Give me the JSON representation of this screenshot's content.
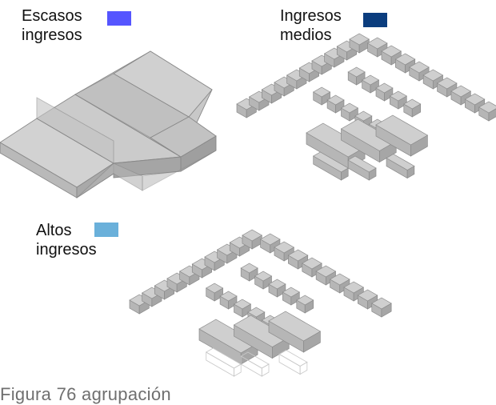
{
  "legend": [
    {
      "line1": "Escasos",
      "line2": "ingresos",
      "color": "#5555ff"
    },
    {
      "line1": "Ingresos",
      "line2": "medios",
      "color": "#0b3d7e"
    },
    {
      "line1": "Altos",
      "line2": "ingresos",
      "color": "#6ab0da"
    }
  ],
  "caption": "Figura 76  agrupación",
  "colors": {
    "block_top": "#cfcfcf",
    "block_left": "#b6b6b6",
    "block_right": "#a6a6a6",
    "edge": "#8a8a8a"
  }
}
